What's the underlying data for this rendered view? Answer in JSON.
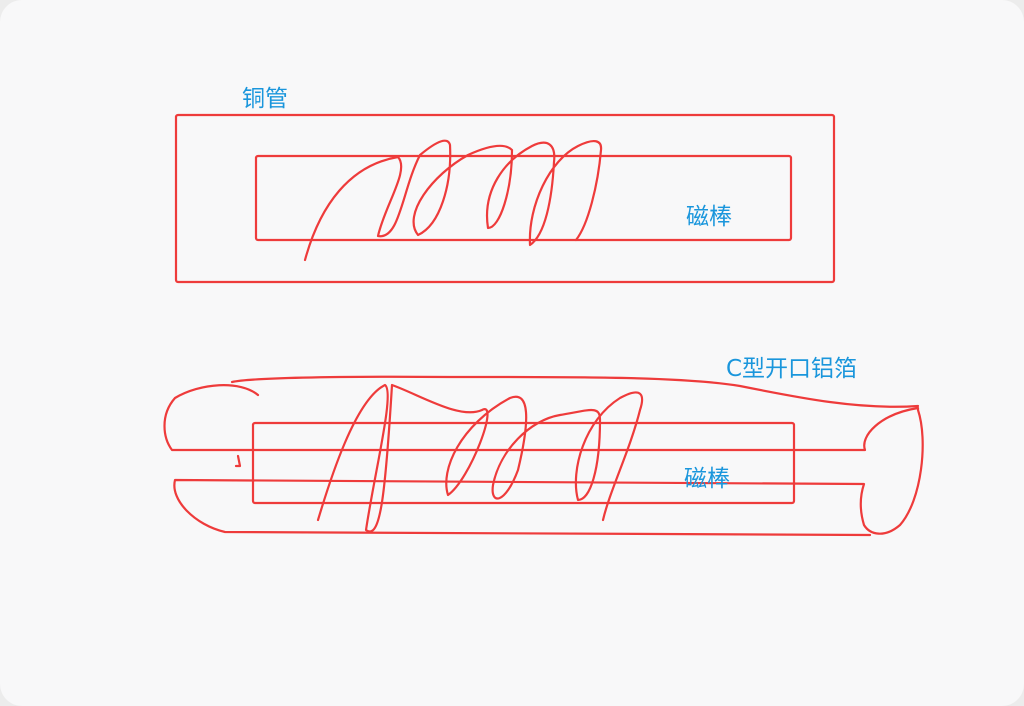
{
  "labels": {
    "copper_tube": "铜管",
    "magnet_rod_top": "磁棒",
    "c_foil": "C型开口铝箔",
    "magnet_rod_bottom": "磁棒"
  },
  "colors": {
    "sketch_stroke": "#ee3b3b",
    "label_text": "#1a96dc",
    "background": "#f8f8f9"
  }
}
